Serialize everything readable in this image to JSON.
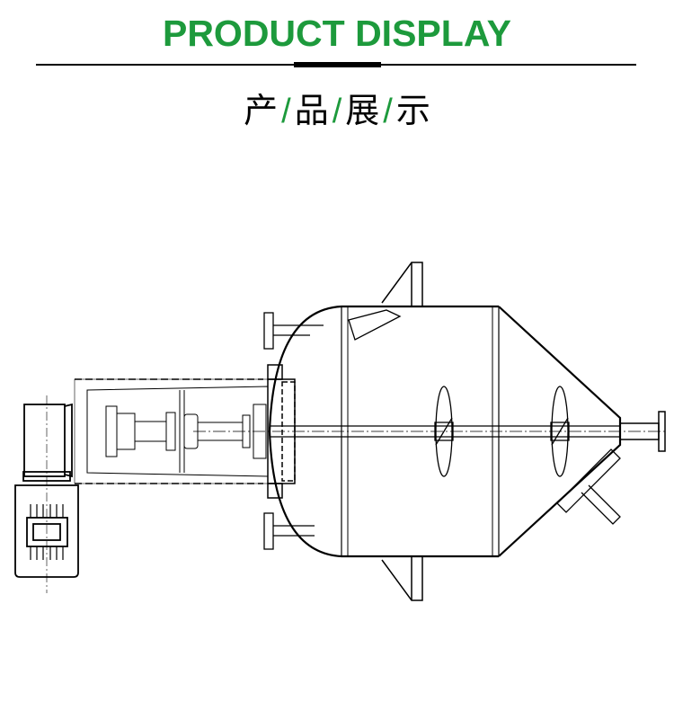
{
  "header": {
    "title": "PRODUCT DISPLAY",
    "subtitle_chars": [
      "产",
      "品",
      "展",
      "示"
    ],
    "separator": "/"
  },
  "colors": {
    "accent": "#1d9a3c",
    "line": "#000000"
  }
}
